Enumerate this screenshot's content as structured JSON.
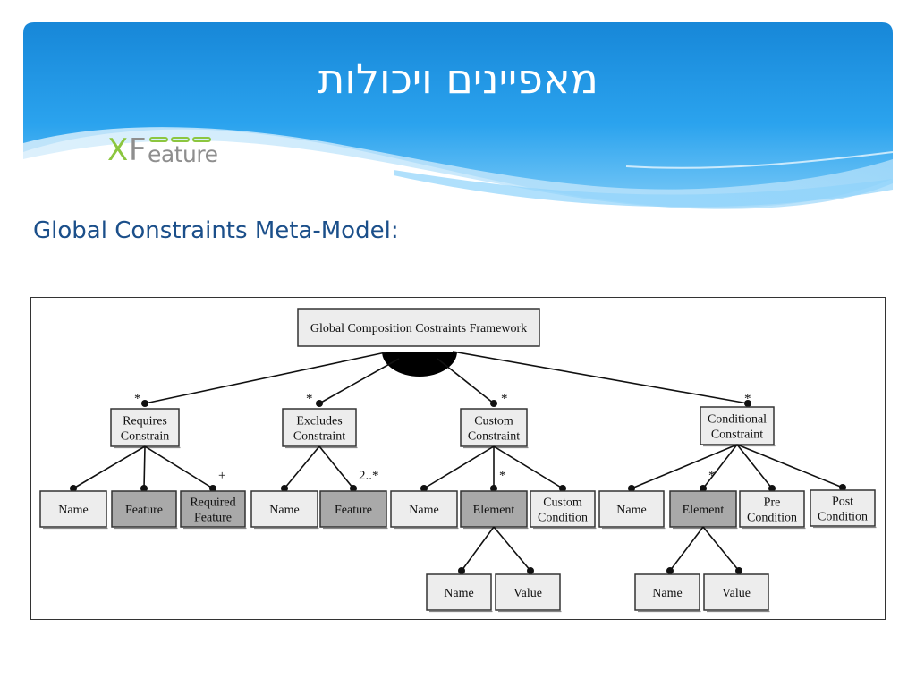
{
  "slide": {
    "title": "מאפיינים ויכולות",
    "subtitle": "Global Constraints Meta-Model:",
    "logo": {
      "x": "X",
      "f": "F",
      "rest": "eature"
    }
  },
  "colors": {
    "header_blue": "#1a8fe0",
    "subtitle_blue": "#1b4f8a",
    "logo_green": "#8cc63f",
    "logo_gray": "#8e8e8e",
    "node_plain": "#ededed",
    "node_shaded": "#a9a9a9"
  },
  "diagram": {
    "root": {
      "label": "Global Composition Costraints Framework"
    },
    "groups": [
      {
        "label_lines": [
          "Requires",
          "Constrain"
        ],
        "multiplicity": "*",
        "children": [
          {
            "label_lines": [
              "Name"
            ],
            "shaded": false
          },
          {
            "label_lines": [
              "Feature"
            ],
            "shaded": true
          },
          {
            "label_lines": [
              "Required",
              "Feature"
            ],
            "shaded": true,
            "multiplicity": "+"
          }
        ]
      },
      {
        "label_lines": [
          "Excludes",
          "Constraint"
        ],
        "multiplicity": "*",
        "children": [
          {
            "label_lines": [
              "Name"
            ],
            "shaded": false
          },
          {
            "label_lines": [
              "Feature"
            ],
            "shaded": true,
            "multiplicity": "2..*"
          }
        ]
      },
      {
        "label_lines": [
          "Custom",
          "Constraint"
        ],
        "multiplicity": "*",
        "children": [
          {
            "label_lines": [
              "Name"
            ],
            "shaded": false
          },
          {
            "label_lines": [
              "Element"
            ],
            "shaded": true,
            "multiplicity": "*",
            "children": [
              {
                "label_lines": [
                  "Name"
                ]
              },
              {
                "label_lines": [
                  "Value"
                ]
              }
            ]
          },
          {
            "label_lines": [
              "Custom",
              "Condition"
            ],
            "shaded": false
          }
        ]
      },
      {
        "label_lines": [
          "Conditional",
          "Constraint"
        ],
        "multiplicity": "*",
        "children": [
          {
            "label_lines": [
              "Name"
            ],
            "shaded": false
          },
          {
            "label_lines": [
              "Element"
            ],
            "shaded": true,
            "multiplicity": "*",
            "children": [
              {
                "label_lines": [
                  "Name"
                ]
              },
              {
                "label_lines": [
                  "Value"
                ]
              }
            ]
          },
          {
            "label_lines": [
              "Pre",
              "Condition"
            ],
            "shaded": false
          },
          {
            "label_lines": [
              "Post",
              "Condition"
            ],
            "shaded": false
          }
        ]
      }
    ]
  }
}
